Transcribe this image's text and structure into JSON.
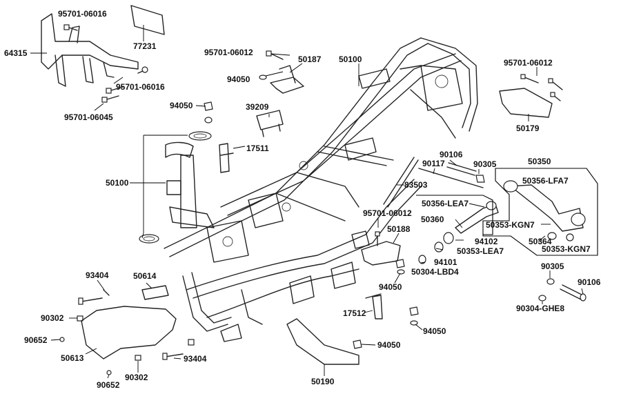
{
  "labels": {
    "l01": "95701-06016",
    "l02": "77231",
    "l03": "64315",
    "l04": "95701-06016",
    "l05": "95701-06045",
    "l06": "95701-06012",
    "l07": "94050",
    "l08": "50187",
    "l09": "50100",
    "l10": "95701-06012",
    "l11": "50179",
    "l12": "94050",
    "l13": "39209",
    "l14": "17511",
    "l15": "50100",
    "l16": "90106",
    "l17": "90117",
    "l18": "90305",
    "l19": "83503",
    "l20": "50350",
    "l21": "50356-LFA7",
    "l22": "50356-LEA7",
    "l23": "50360",
    "l24": "95701-06012",
    "l25": "50188",
    "l26": "94102",
    "l27": "50353-LEA7",
    "l28": "94101",
    "l29": "50304-LBD4",
    "l30": "50353-KGN7",
    "l31": "50364",
    "l32": "50353-KGN7",
    "l33": "93404",
    "l34": "50614",
    "l35": "94050",
    "l36": "90305",
    "l37": "90106",
    "l38": "90304-GHE8",
    "l39": "90302",
    "l40": "90652",
    "l41": "50613",
    "l42": "93404",
    "l43": "90302",
    "l44": "90652",
    "l45": "17512",
    "l46": "94050",
    "l47": "94050",
    "l48": "50190"
  }
}
